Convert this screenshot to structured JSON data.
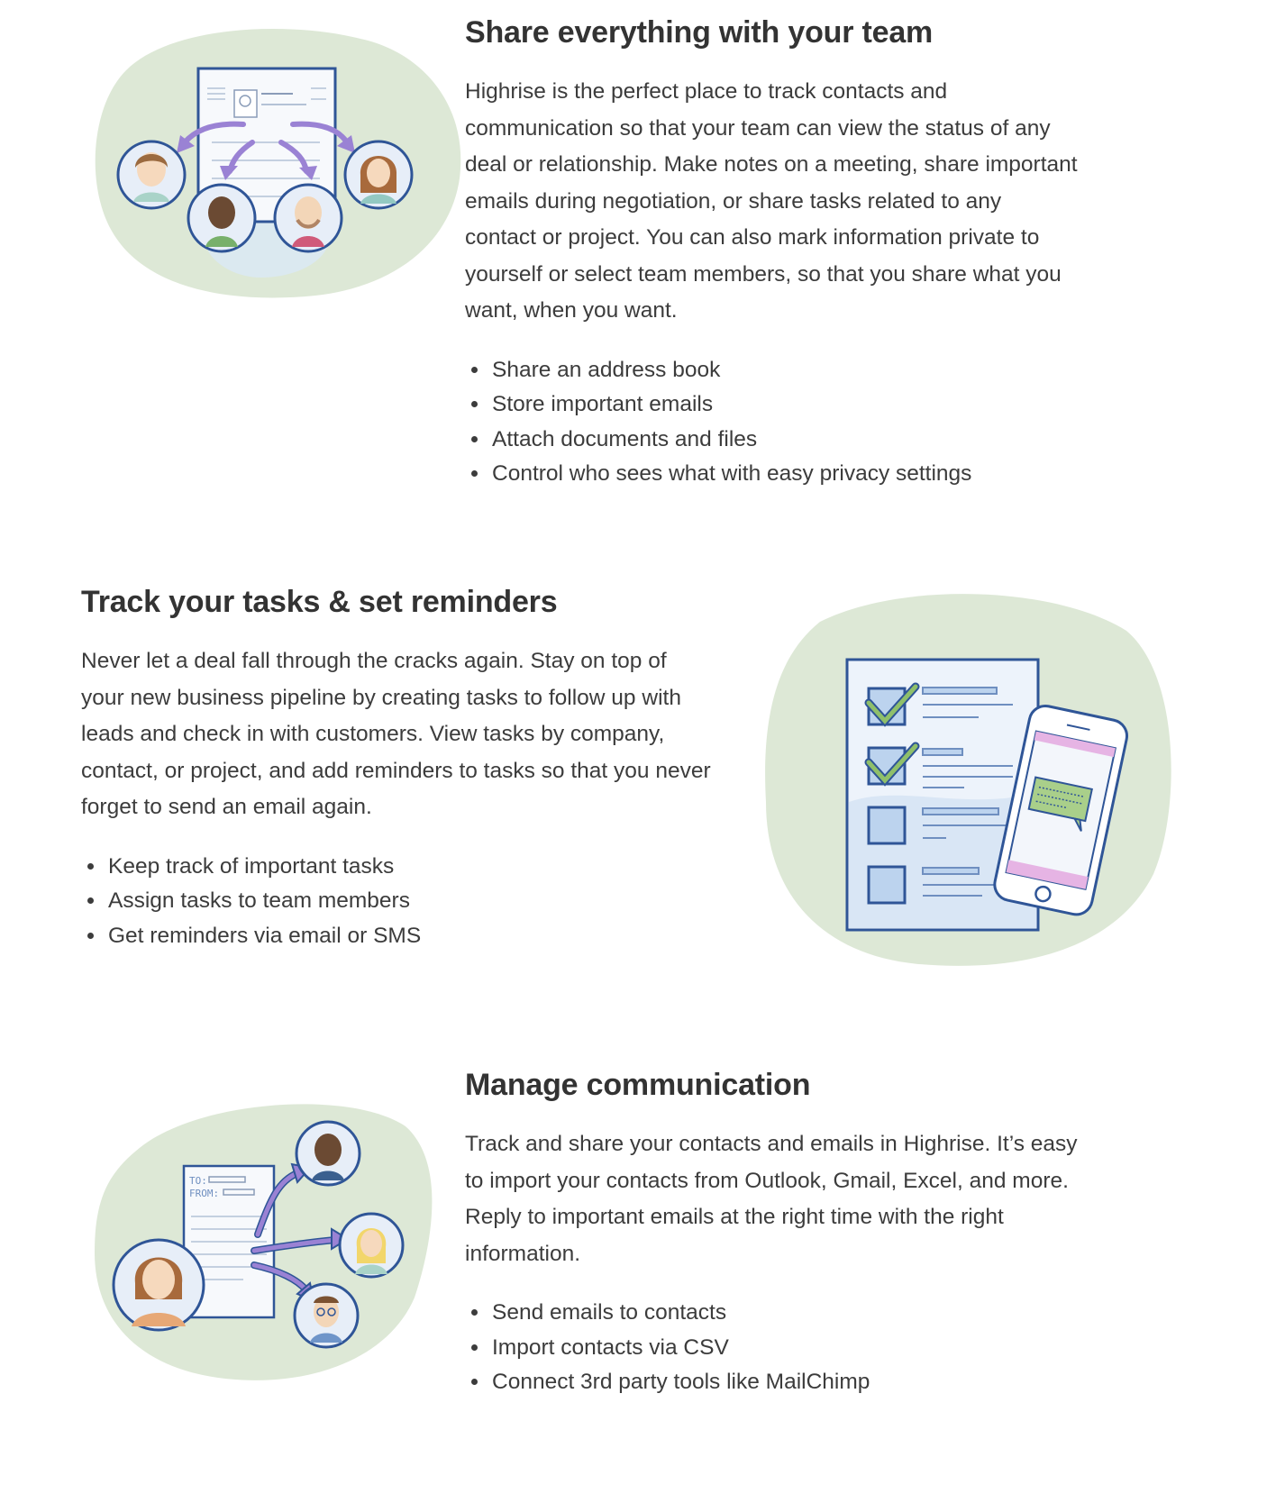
{
  "sections": [
    {
      "title": "Share everything with your team",
      "body": "Highrise is the perfect place to track contacts and communication so that your team can view the status of any deal or relationship. Make notes on a meeting, share important emails during negotiation, or share tasks related to any contact or project. You can also mark information private to yourself or select team members, so that you share what you want, when you want.",
      "bullets": [
        "Share an address book",
        "Store important emails",
        "Attach documents and files",
        "Control who sees what with easy privacy settings"
      ],
      "illustration": "team-sharing-illustration"
    },
    {
      "title": "Track your tasks & set reminders",
      "body": "Never let a deal fall through the cracks again. Stay on top of your new business pipeline by creating tasks to follow up with leads and check in with customers. View tasks by company, contact, or project, and add reminders to tasks so that you never forget to send an email again.",
      "bullets": [
        "Keep track of important tasks",
        "Assign tasks to team members",
        "Get reminders via email or SMS"
      ],
      "illustration": "tasks-reminders-illustration"
    },
    {
      "title": "Manage communication",
      "body": "Track and share your contacts and emails in Highrise. It’s easy to import your contacts from Outlook, Gmail, Excel, and more. Reply to important emails at the right time with the right information.",
      "bullets": [
        "Send emails to contacts",
        "Import contacts via CSV",
        "Connect 3rd party tools like MailChimp"
      ],
      "illustration": "communication-illustration",
      "email_to_label": "TO:",
      "email_from_label": "FROM:"
    }
  ],
  "colors": {
    "heading": "#333333",
    "text": "#3c3c3c",
    "outline": "#2f5597",
    "wash_green": "#d9e6d2",
    "wash_blue": "#dbe8f6",
    "arrow_purple": "#9a82d4",
    "check_green": "#8fbf6a",
    "phone_pink": "#e6b4e4"
  }
}
